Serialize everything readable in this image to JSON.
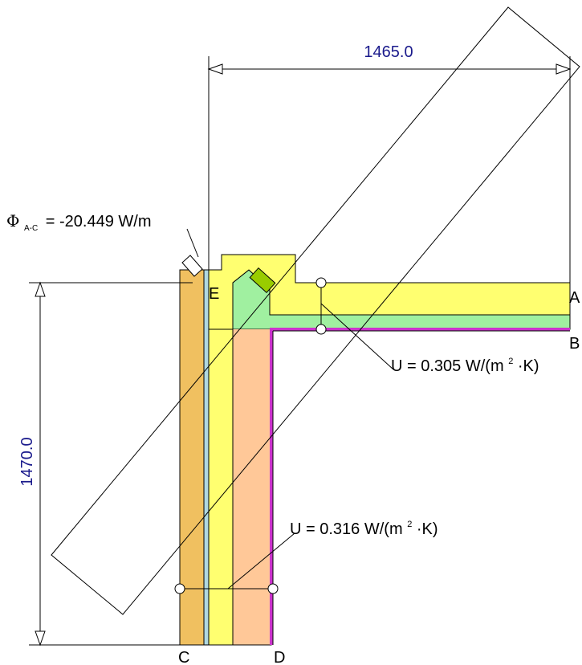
{
  "dimensions": {
    "horizontal": "1465.0",
    "vertical": "1470.0",
    "color": "#1a1a8c"
  },
  "heat_flow": {
    "symbol": "Φ",
    "subscript": "A-C",
    "value": "= -20.449 W/m"
  },
  "u_values": {
    "roof": {
      "letter": "U",
      "value": "= 0.305 W/(m",
      "superscript": "2",
      "unit_end": "·K)"
    },
    "wall": {
      "letter": "U",
      "value": "= 0.316 W/(m",
      "superscript": "2",
      "unit_end": "·K)"
    }
  },
  "points": {
    "a": "A",
    "b": "B",
    "c": "C",
    "d": "D",
    "e": "E"
  },
  "colors": {
    "wall_outer": "#f0c060",
    "air_gap": "#b0d8e0",
    "insulation_yellow": "#ffff70",
    "insulation_green": "#a0f0a0",
    "wall_inner": "#ffc898",
    "membrane": "#cc33cc",
    "rafter": "#99cc00"
  }
}
